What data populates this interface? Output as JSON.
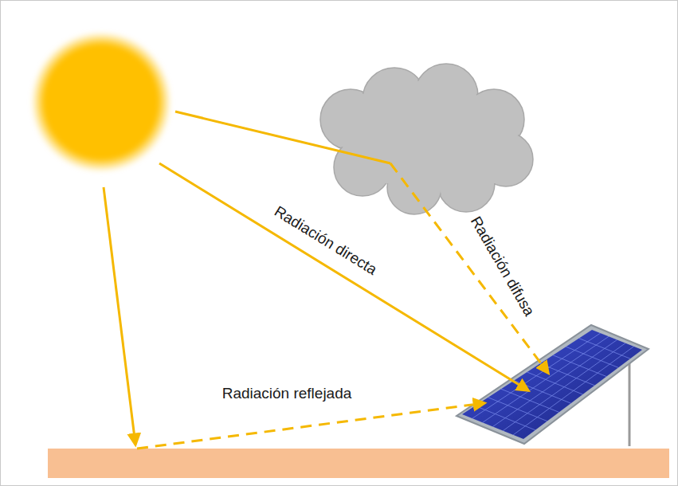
{
  "diagram": {
    "labels": [
      "Radiación directa",
      "Radiación difusa",
      "Radiación reflejada"
    ]
  }
}
